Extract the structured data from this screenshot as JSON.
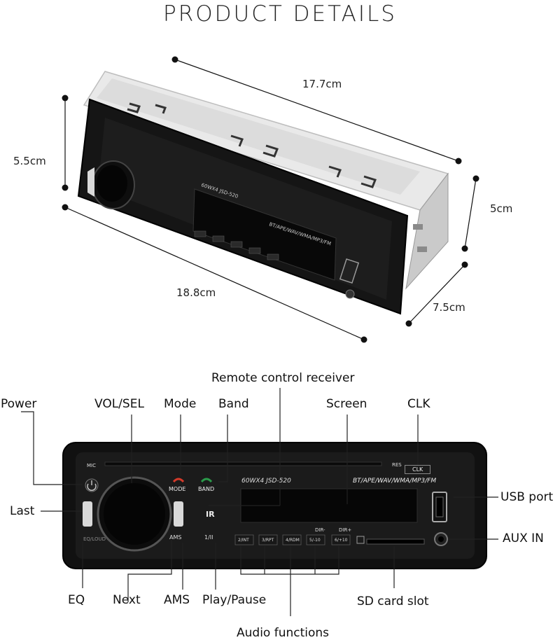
{
  "title": "PRODUCT DETAILS",
  "dimensions": {
    "length_top": "17.7cm",
    "height_left": "5.5cm",
    "height_right": "5cm",
    "length_bottom": "18.8cm",
    "depth": "7.5cm"
  },
  "device": {
    "model": "60WX4  JSD-520",
    "formats": "BT/APE/WAV/WMA/MP3/FM",
    "buttons": {
      "mic": "MIC",
      "res": "RES",
      "clk": "CLK",
      "mode": "MODE",
      "band": "BAND",
      "eq": "EQ/LOUD",
      "ams": "AMS",
      "play": "1/II",
      "p2": "2/INT",
      "p3": "3/RPT",
      "p4": "4/RDM",
      "p5": "5/-10",
      "p6": "6/+10",
      "dir_minus": "DIR-",
      "dir_plus": "DIR+",
      "ir": "IR"
    }
  },
  "labels": {
    "remote": "Remote control receiver",
    "power": "Power",
    "vol": "VOL/SEL",
    "mode": "Mode",
    "band": "Band",
    "screen": "Screen",
    "clk": "CLK",
    "last": "Last",
    "usb": "USB port",
    "aux": "AUX IN",
    "eq": "EQ",
    "next": "Next",
    "ams": "AMS",
    "play": "Play/Pause",
    "sd": "SD card slot",
    "audio": "Audio functions"
  },
  "colors": {
    "body": "#141414",
    "screen": "#0a0a0a",
    "chrome": "#d9d9d9",
    "mode_red": "#d43a2a",
    "band_green": "#2a9a4a"
  }
}
